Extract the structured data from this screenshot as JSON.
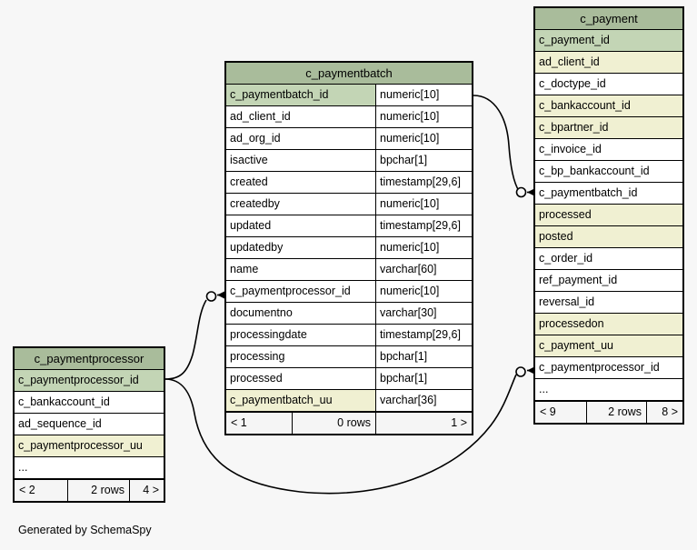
{
  "diagram": {
    "generator_note": "Generated by SchemaSpy",
    "background_color": "#f7f7f7",
    "header_color": "#a9bc9b",
    "primary_key_color": "#c3d5b5",
    "indexed_color": "#f0f0d2",
    "line_color": "#000000"
  },
  "tables": {
    "paymentbatch": {
      "title": "c_paymentbatch",
      "columns": [
        {
          "name": "c_paymentbatch_id",
          "type": "numeric[10]",
          "style": "pk"
        },
        {
          "name": "ad_client_id",
          "type": "numeric[10]",
          "style": "plain"
        },
        {
          "name": "ad_org_id",
          "type": "numeric[10]",
          "style": "plain"
        },
        {
          "name": "isactive",
          "type": "bpchar[1]",
          "style": "plain"
        },
        {
          "name": "created",
          "type": "timestamp[29,6]",
          "style": "plain"
        },
        {
          "name": "createdby",
          "type": "numeric[10]",
          "style": "plain"
        },
        {
          "name": "updated",
          "type": "timestamp[29,6]",
          "style": "plain"
        },
        {
          "name": "updatedby",
          "type": "numeric[10]",
          "style": "plain"
        },
        {
          "name": "name",
          "type": "varchar[60]",
          "style": "plain"
        },
        {
          "name": "c_paymentprocessor_id",
          "type": "numeric[10]",
          "style": "plain"
        },
        {
          "name": "documentno",
          "type": "varchar[30]",
          "style": "plain"
        },
        {
          "name": "processingdate",
          "type": "timestamp[29,6]",
          "style": "plain"
        },
        {
          "name": "processing",
          "type": "bpchar[1]",
          "style": "plain"
        },
        {
          "name": "processed",
          "type": "bpchar[1]",
          "style": "plain"
        },
        {
          "name": "c_paymentbatch_uu",
          "type": "varchar[36]",
          "style": "idx"
        }
      ],
      "footer": {
        "left": "< 1",
        "middle": "0 rows",
        "right": "1 >"
      }
    },
    "payment": {
      "title": "c_payment",
      "columns": [
        {
          "name": "c_payment_id",
          "style": "pk"
        },
        {
          "name": "ad_client_id",
          "style": "idx"
        },
        {
          "name": "c_doctype_id",
          "style": "plain"
        },
        {
          "name": "c_bankaccount_id",
          "style": "idx"
        },
        {
          "name": "c_bpartner_id",
          "style": "idx"
        },
        {
          "name": "c_invoice_id",
          "style": "plain"
        },
        {
          "name": "c_bp_bankaccount_id",
          "style": "plain"
        },
        {
          "name": "c_paymentbatch_id",
          "style": "plain"
        },
        {
          "name": "processed",
          "style": "idx"
        },
        {
          "name": "posted",
          "style": "idx"
        },
        {
          "name": "c_order_id",
          "style": "plain"
        },
        {
          "name": "ref_payment_id",
          "style": "plain"
        },
        {
          "name": "reversal_id",
          "style": "plain"
        },
        {
          "name": "processedon",
          "style": "idx"
        },
        {
          "name": "c_payment_uu",
          "style": "idx"
        },
        {
          "name": "c_paymentprocessor_id",
          "style": "plain"
        },
        {
          "name": "...",
          "style": "plain"
        }
      ],
      "footer": {
        "left": "< 9",
        "middle": "2 rows",
        "right": "8 >"
      }
    },
    "paymentprocessor": {
      "title": "c_paymentprocessor",
      "columns": [
        {
          "name": "c_paymentprocessor_id",
          "style": "pk"
        },
        {
          "name": "c_bankaccount_id",
          "style": "plain"
        },
        {
          "name": "ad_sequence_id",
          "style": "plain"
        },
        {
          "name": "c_paymentprocessor_uu",
          "style": "idx"
        },
        {
          "name": "...",
          "style": "plain"
        }
      ],
      "footer": {
        "left": "< 2",
        "middle": "2 rows",
        "right": "4 >"
      }
    }
  },
  "relationships": [
    {
      "name": "paymentbatch-to-payment",
      "from": "c_paymentbatch.c_paymentbatch_id",
      "to": "c_payment.c_paymentbatch_id"
    },
    {
      "name": "paymentprocessor-to-paymentbatch",
      "from": "c_paymentprocessor.c_paymentprocessor_id",
      "to": "c_paymentbatch.c_paymentprocessor_id"
    },
    {
      "name": "paymentprocessor-to-payment",
      "from": "c_paymentprocessor.c_paymentprocessor_id",
      "to": "c_payment.c_paymentprocessor_id"
    }
  ]
}
